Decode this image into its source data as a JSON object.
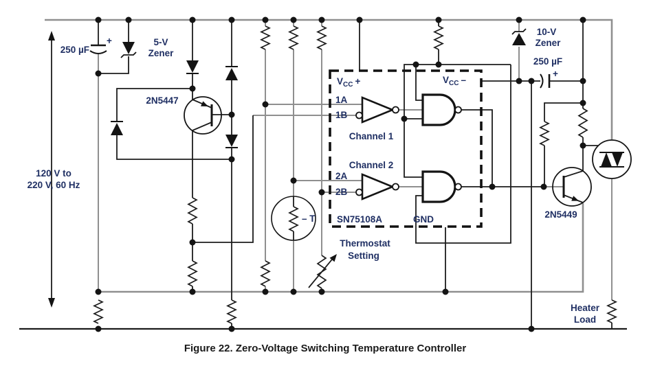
{
  "figure": {
    "caption": "Figure 22. Zero-Voltage Switching Temperature Controller"
  },
  "source": {
    "line1": "120 V to",
    "line2": "220 V, 60 Hz"
  },
  "left_cap": {
    "label": "250 µF",
    "plus": "+"
  },
  "zener5": {
    "line1": "5-V",
    "line2": "Zener"
  },
  "q1": {
    "label": "2N5447"
  },
  "zener10": {
    "line1": "10-V",
    "line2": "Zener"
  },
  "right_cap": {
    "label": "250 µF",
    "plus": "+"
  },
  "ic": {
    "part": "SN75108A",
    "gnd": "GND",
    "vcc_plus": {
      "v": "V",
      "sub": "CC",
      "sign": "+"
    },
    "vcc_minus": {
      "v": "V",
      "sub": "CC",
      "sign": "–"
    },
    "in_1a": "1A",
    "in_1b": "1B",
    "in_2a": "2A",
    "in_2b": "2B",
    "channel1": "Channel 1",
    "channel2": "Channel 2"
  },
  "thermistor": {
    "label": "– T"
  },
  "thermostat": {
    "line1": "Thermostat",
    "line2": "Setting"
  },
  "q2": {
    "label": "2N5449"
  },
  "heater": {
    "line1": "Heater",
    "line2": "Load"
  },
  "colors": {
    "wire": "#1c1c1c",
    "rail_gray": "#8f8f8f",
    "label_text": "#1f2f63"
  }
}
